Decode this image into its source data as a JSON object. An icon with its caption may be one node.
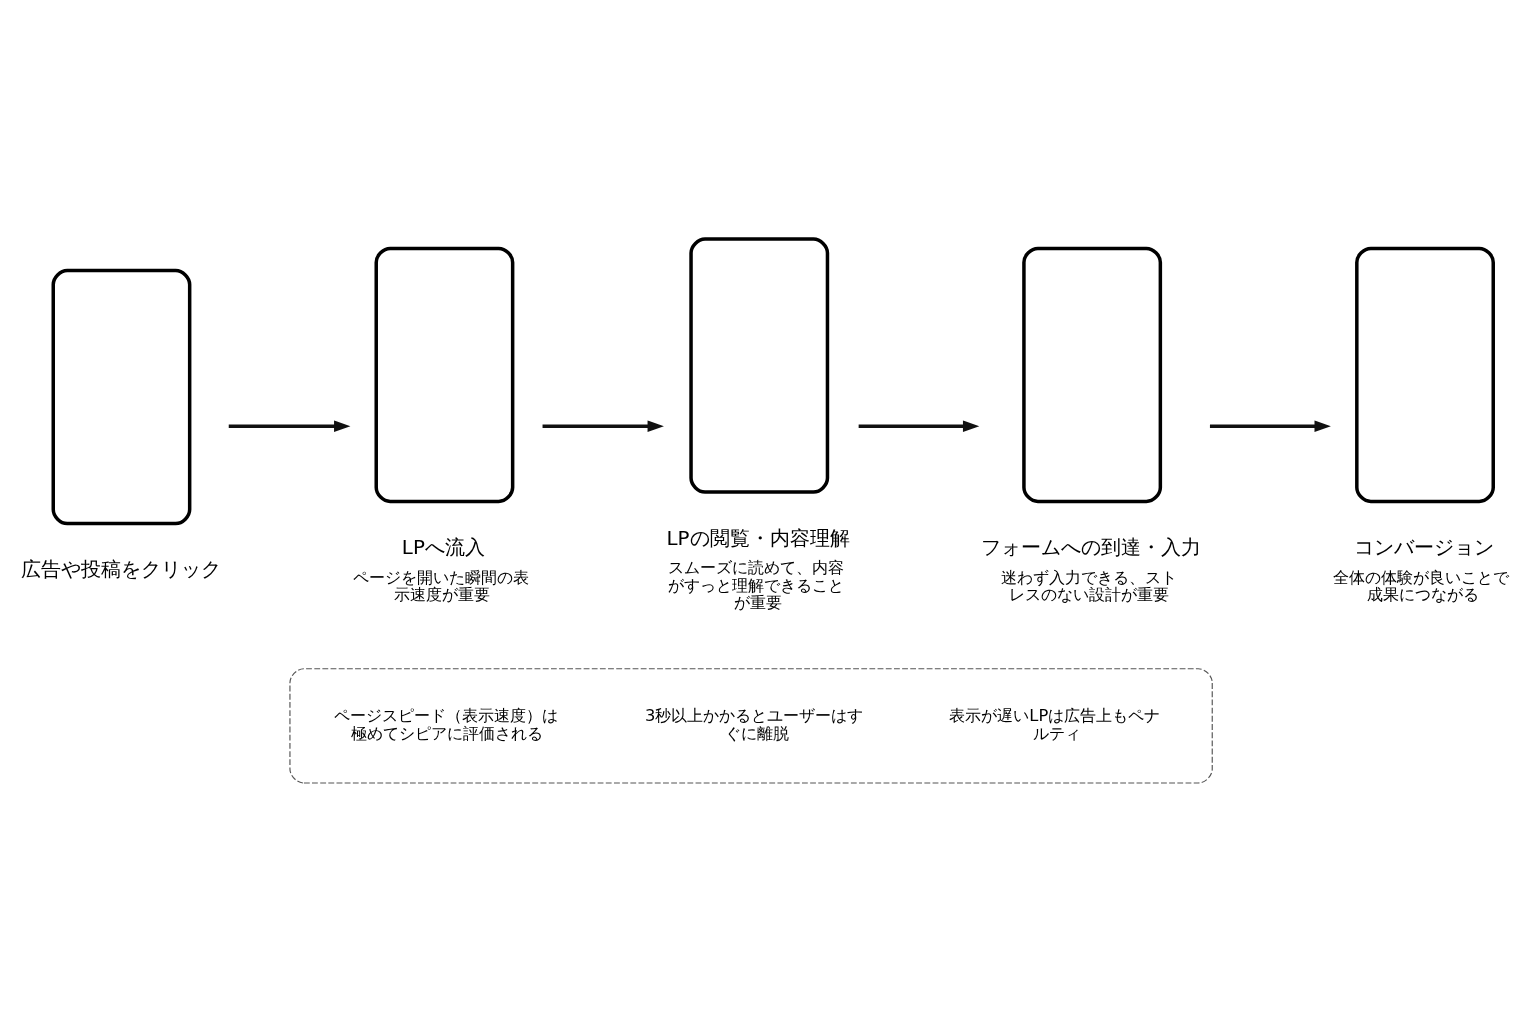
{
  "diagram": {
    "nodes": [
      {
        "text": [
          "広告や投稿をクリック"
        ]
      },
      {
        "text": [
          "LPへ流入",
          "ページを開いた瞬間の表示速度が重要"
        ]
      },
      {
        "text": [
          "LPの閲覧・内容理解",
          "スムーズに読めて、内容がすっと理解できることが重要"
        ]
      },
      {
        "text": [
          "フォームへの到達・入力",
          "迷わず入力できる、ストレスのない設計が重要"
        ]
      },
      {
        "text": [
          "コンバージョン",
          "全体の体験が良いことで成果につながる"
        ]
      },
      {
        "text": [],
        "shape": "box"
      },
      {
        "text": [
          "ページスピード（表示速度）は極めてシピアに評価される"
        ],
        "in": 5
      },
      {
        "text": [
          "3秒以上かかるとユーザーはすぐに離脱"
        ],
        "in": 5
      },
      {
        "text": [
          "表示が遅いLPは広告上もペナルティ"
        ],
        "in": 5
      }
    ],
    "edges": [
      {
        "from": 0,
        "to": 1,
        "arrow": "to"
      },
      {
        "from": 1,
        "to": 2,
        "arrow": "to"
      },
      {
        "from": 2,
        "to": 3,
        "arrow": "to"
      },
      {
        "from": 3,
        "to": 4,
        "arrow": "to"
      }
    ]
  }
}
